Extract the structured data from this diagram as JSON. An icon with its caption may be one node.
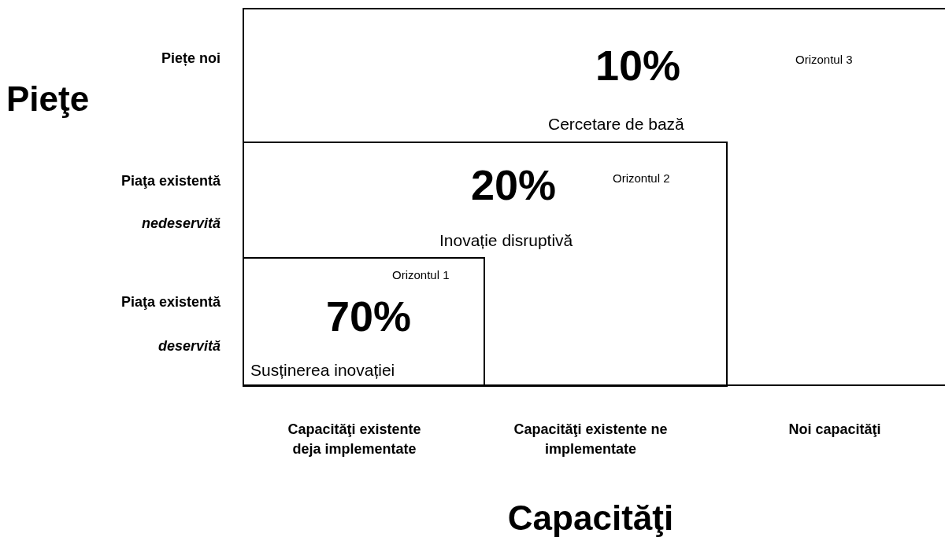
{
  "diagram": {
    "nodes": [
      {
        "text": [
          "10%",
          "Orizontul 3",
          "Cercetare de bază"
        ]
      },
      {
        "text": [
          "20%",
          "Orizontul 2",
          "Inovație disruptivă"
        ],
        "in": 0
      },
      {
        "text": [
          "Orizontul 1",
          "70%",
          "Susținerea inovației"
        ],
        "in": 1
      }
    ],
    "edges": [],
    "labels": [
      "Piețe noi",
      "Pieţe",
      "Piaţa existentă",
      "nedeservită",
      "Piaţa existentă",
      "deservită",
      "Capacităţi existente deja implementate",
      "Capacităţi existente ne implementate",
      "Noi capacităţi",
      "Capacităţi"
    ]
  }
}
